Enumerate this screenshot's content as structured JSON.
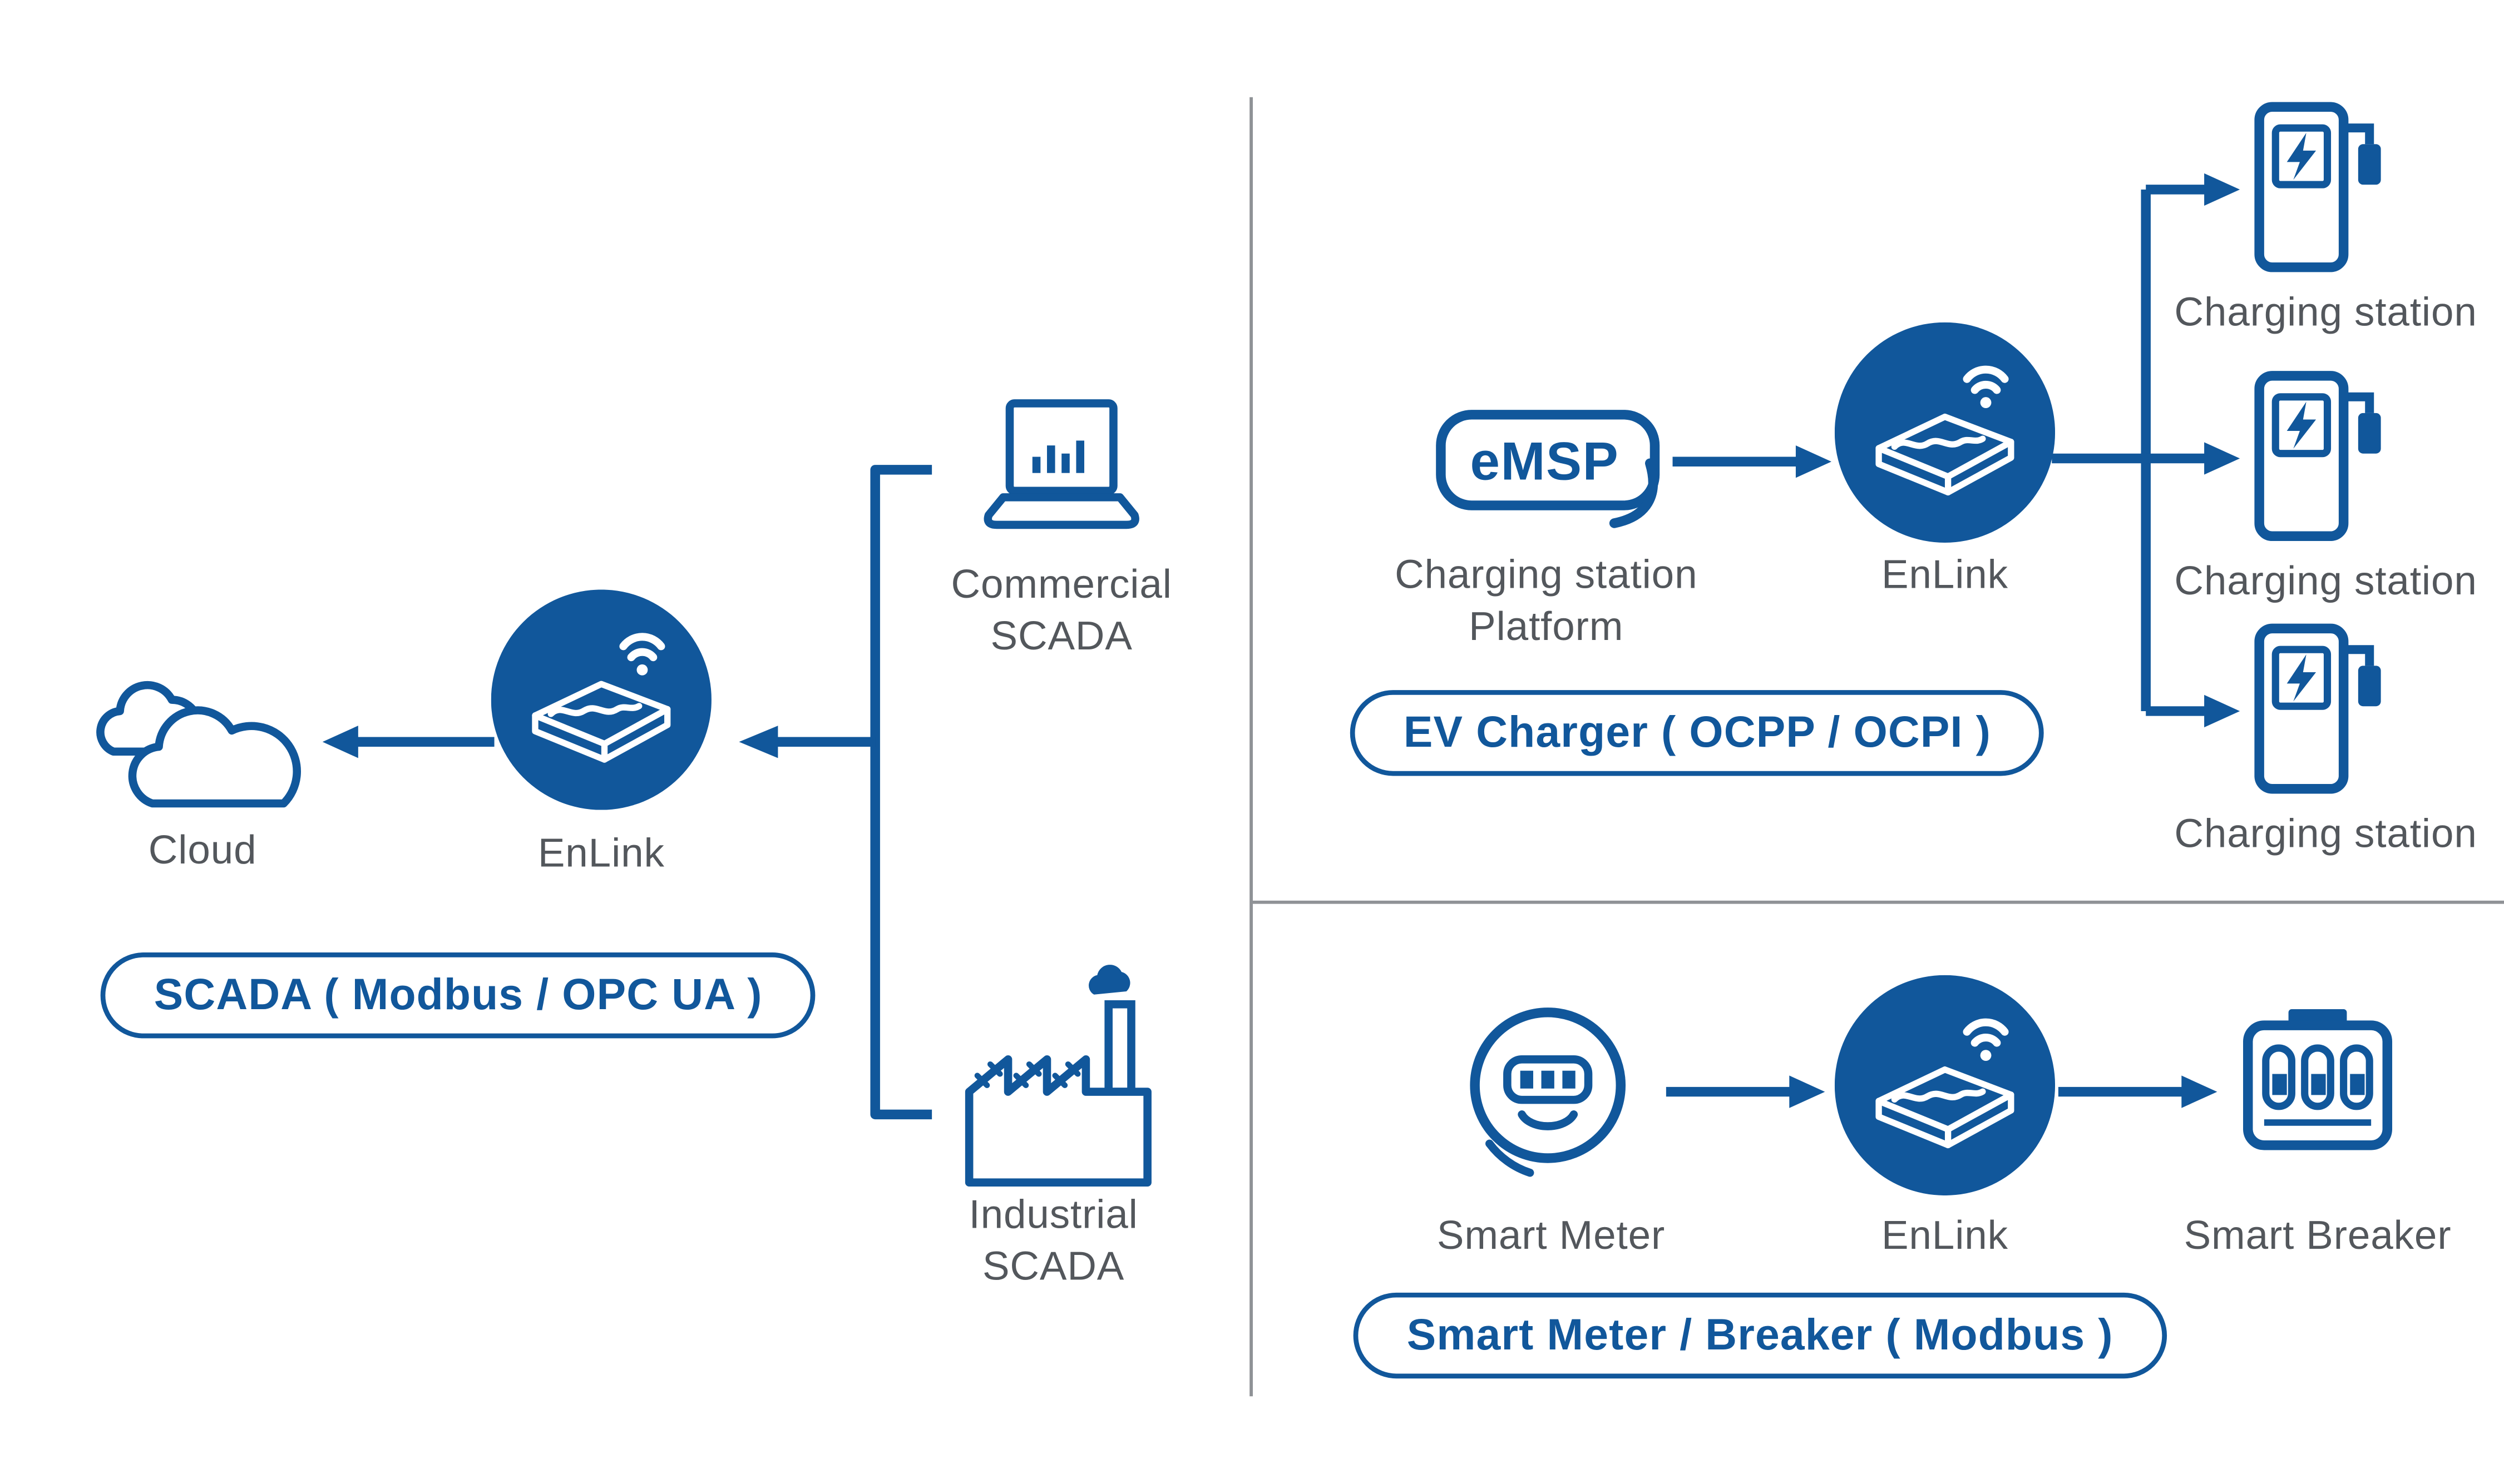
{
  "colors": {
    "primary": "#11579B",
    "label_text": "#53575c",
    "divider": "#8f9296",
    "background": "#ffffff"
  },
  "scada_panel": {
    "cloud_label": "Cloud",
    "enlink_label": "EnLink",
    "commercial_scada_label": "Commercial\nSCADA",
    "industrial_scada_label": "Industrial\nSCADA",
    "pill_label": "SCADA ( Modbus / OPC UA )"
  },
  "ev_panel": {
    "emsp_label": "eMSP",
    "platform_label": "Charging station\nPlatform",
    "enlink_label": "EnLink",
    "station_labels": [
      "Charging station",
      "Charging station",
      "Charging station"
    ],
    "pill_label": "EV Charger ( OCPP / OCPI )"
  },
  "meter_panel": {
    "meter_label": "Smart Meter",
    "enlink_label": "EnLink",
    "breaker_label": "Smart Breaker",
    "pill_label": "Smart Meter / Breaker ( Modbus )"
  }
}
